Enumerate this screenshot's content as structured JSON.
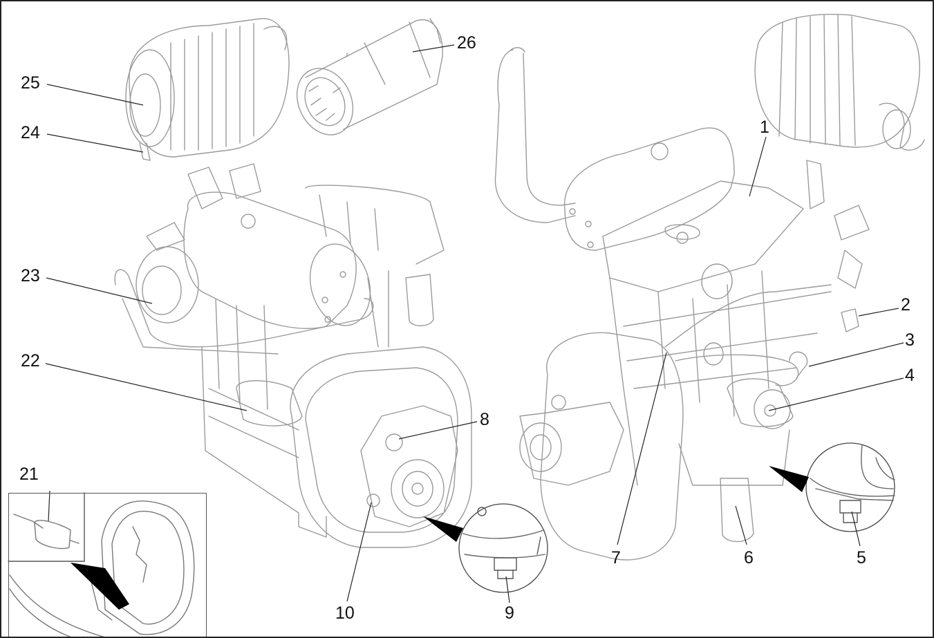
{
  "figure": {
    "callouts": [
      {
        "id": "c1",
        "label": "1"
      },
      {
        "id": "c2",
        "label": "2"
      },
      {
        "id": "c3",
        "label": "3"
      },
      {
        "id": "c4",
        "label": "4"
      },
      {
        "id": "c5",
        "label": "5"
      },
      {
        "id": "c6",
        "label": "6"
      },
      {
        "id": "c7",
        "label": "7"
      },
      {
        "id": "c8",
        "label": "8"
      },
      {
        "id": "c9",
        "label": "9"
      },
      {
        "id": "c10",
        "label": "10"
      },
      {
        "id": "c21",
        "label": "21"
      },
      {
        "id": "c22",
        "label": "22"
      },
      {
        "id": "c23",
        "label": "23"
      },
      {
        "id": "c24",
        "label": "24"
      },
      {
        "id": "c25",
        "label": "25"
      },
      {
        "id": "c26",
        "label": "26"
      }
    ],
    "colors": {
      "line_art": "#9a9a9a",
      "leader": "#222222",
      "pointer": "#000000",
      "frame": "#222222"
    },
    "icons": [
      "fuel-filter-icon",
      "air-filter-icon",
      "engine-left-view",
      "engine-right-view",
      "drain-plug-detail-icon",
      "inline-fuel-filter-icon"
    ]
  }
}
